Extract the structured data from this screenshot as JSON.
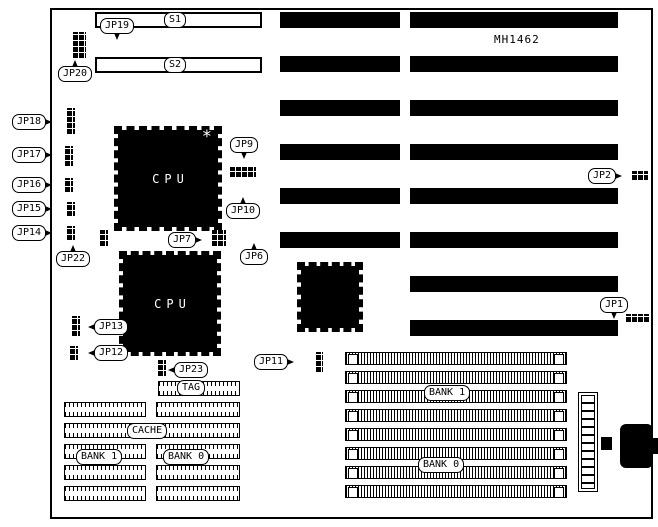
{
  "model": "MH1462",
  "labels": {
    "jp1": "JP1",
    "jp2": "JP2",
    "jp6": "JP6",
    "jp7": "JP7",
    "jp9": "JP9",
    "jp10": "JP10",
    "jp11": "JP11",
    "jp12": "JP12",
    "jp13": "JP13",
    "jp14": "JP14",
    "jp15": "JP15",
    "jp16": "JP16",
    "jp17": "JP17",
    "jp18": "JP18",
    "jp19": "JP19",
    "jp20": "JP20",
    "jp22": "JP22",
    "jp23": "JP23",
    "s1": "S1",
    "s2": "S2",
    "tag": "TAG",
    "cache": "CACHE",
    "cache_bank1": "BANK 1",
    "cache_bank0": "BANK 0",
    "simm_bank1": "BANK 1",
    "simm_bank0": "BANK 0",
    "cpu1": "CPU",
    "cpu2": "CPU",
    "pin1_marker": "*"
  }
}
